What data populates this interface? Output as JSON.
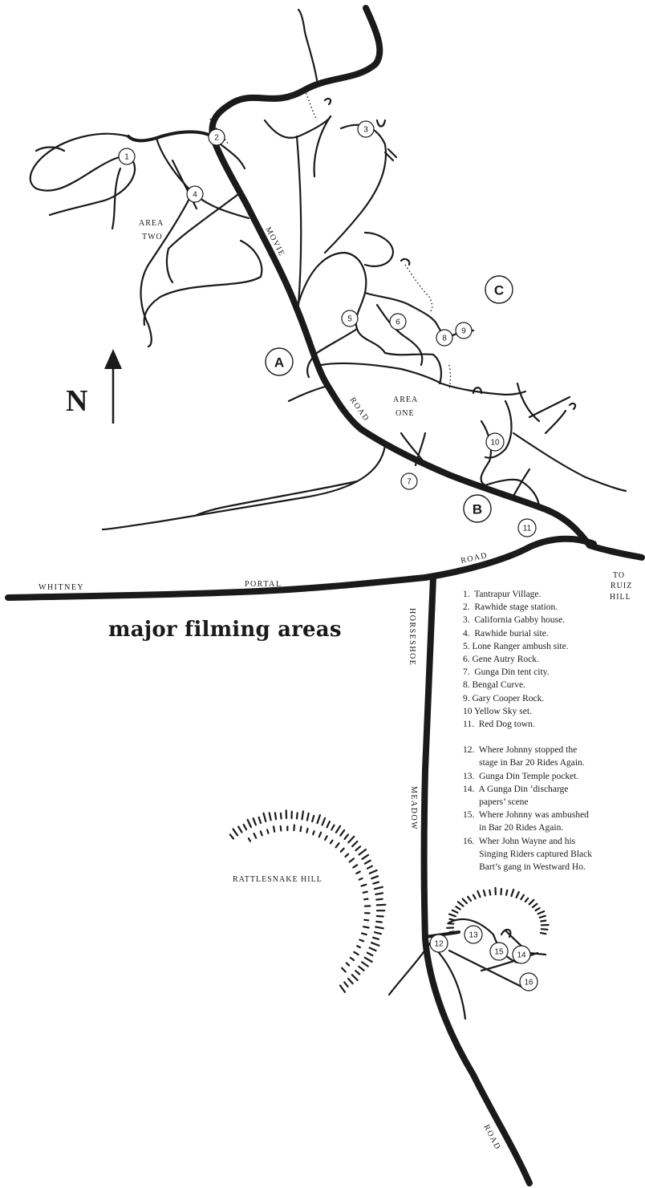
{
  "title": "major filming areas",
  "north_label": "N",
  "zones": [
    "A",
    "B",
    "C"
  ],
  "area_labels": {
    "area_two": [
      "AREA",
      "TWO"
    ],
    "area_one": [
      "AREA",
      "ONE"
    ],
    "rattlesnake_hill": "RATTLESNAKE HILL",
    "to_ruiz_hill": [
      "TO",
      "RUIZ",
      "HILL"
    ]
  },
  "road_labels": {
    "movie": "MOVIE",
    "road_1": "ROAD",
    "road_2": "ROAD",
    "road_3": "ROAD",
    "whitney": "WHITNEY",
    "portal": "PORTAL",
    "horseshoe": "HORSESHOE",
    "meadow": "MEADOW"
  },
  "site_numbers": [
    "1",
    "2",
    "3",
    "4",
    "5",
    "6",
    "7",
    "8",
    "9",
    "10",
    "11",
    "12",
    "13",
    "14",
    "15",
    "16"
  ],
  "legend": [
    [
      "1.  Tantrapur Village."
    ],
    [
      "2.  Rawhide stage station."
    ],
    [
      "3.  California Gabby house."
    ],
    [
      "4.  Rawhide burial site."
    ],
    [
      "5. Lone Ranger ambush site."
    ],
    [
      "6. Gene Autry Rock."
    ],
    [
      "7.  Gunga Din tent city."
    ],
    [
      "8. Bengal Curve."
    ],
    [
      "9. Gary Cooper Rock."
    ],
    [
      "10 Yellow Sky set."
    ],
    [
      "11.  Red Dog town."
    ],
    [
      "12.  Where Johnny stopped the",
      "       stage in Bar 20 Rides Again."
    ],
    [
      "13.  Gunga Din Temple pocket."
    ],
    [
      "14.  A Gunga Din ‘discharge",
      "       papers’ scene"
    ],
    [
      "15.  Where Johnny was ambushed",
      "       in Bar 20 Rides Again."
    ],
    [
      "16.  Wher John Wayne and his",
      "       Singing Riders captured Black",
      "       Bart’s gang in Westward Ho."
    ]
  ]
}
